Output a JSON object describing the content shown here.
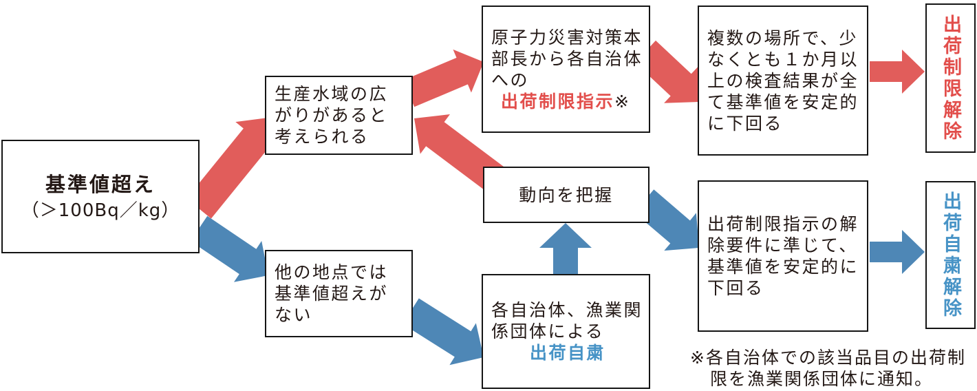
{
  "colors": {
    "red_arrow": "#E15D5B",
    "blue_arrow": "#4E87B6",
    "red_text": "#E24E4B",
    "blue_text": "#4793C6",
    "box_border": "#141414",
    "body_text": "#231815"
  },
  "nodes": {
    "start": {
      "title": "基準値超え",
      "subtitle": "（＞100Bq／kg）"
    },
    "spread": {
      "text": "生産水域の広\nがりがあると\n考えられる"
    },
    "instruction": {
      "text": "原子力災害対策本\n部長から各自治体\nへの",
      "highlight": "出荷制限指示",
      "note_mark": "※"
    },
    "inspection": {
      "text": "複数の場所で、少\nなくとも１か月以\n上の検査結果が全\nて基準値を安定的\nに下回る"
    },
    "restriction_lift": {
      "text": "出荷制限解除"
    },
    "trend": {
      "text": "動向を把握"
    },
    "no_exceed": {
      "text": "他の地点では\n基準値超えが\nない"
    },
    "voluntary": {
      "text": "各自治体、漁業関\n係団体による",
      "highlight": "出荷自粛"
    },
    "criteria": {
      "text": "出荷制限指示の解\n除要件に準じて、\n基準値を安定的に\n下回る"
    },
    "voluntary_lift": {
      "text": "出荷自粛解除"
    }
  },
  "footnote": {
    "line1": "※各自治体での該当品目の出荷制",
    "line2": "限を漁業関係団体に通知。"
  },
  "connections": [
    {
      "from": "start",
      "to": "spread",
      "color": "red"
    },
    {
      "from": "spread",
      "to": "instruction",
      "color": "red"
    },
    {
      "from": "instruction",
      "to": "inspection",
      "color": "red"
    },
    {
      "from": "inspection",
      "to": "restriction_lift",
      "color": "red"
    },
    {
      "from": "trend",
      "to": "spread",
      "color": "red"
    },
    {
      "from": "start",
      "to": "no_exceed",
      "color": "blue"
    },
    {
      "from": "no_exceed",
      "to": "voluntary",
      "color": "blue"
    },
    {
      "from": "voluntary",
      "to": "trend",
      "color": "blue"
    },
    {
      "from": "trend",
      "to": "criteria",
      "color": "blue"
    },
    {
      "from": "criteria",
      "to": "voluntary_lift",
      "color": "blue"
    }
  ]
}
